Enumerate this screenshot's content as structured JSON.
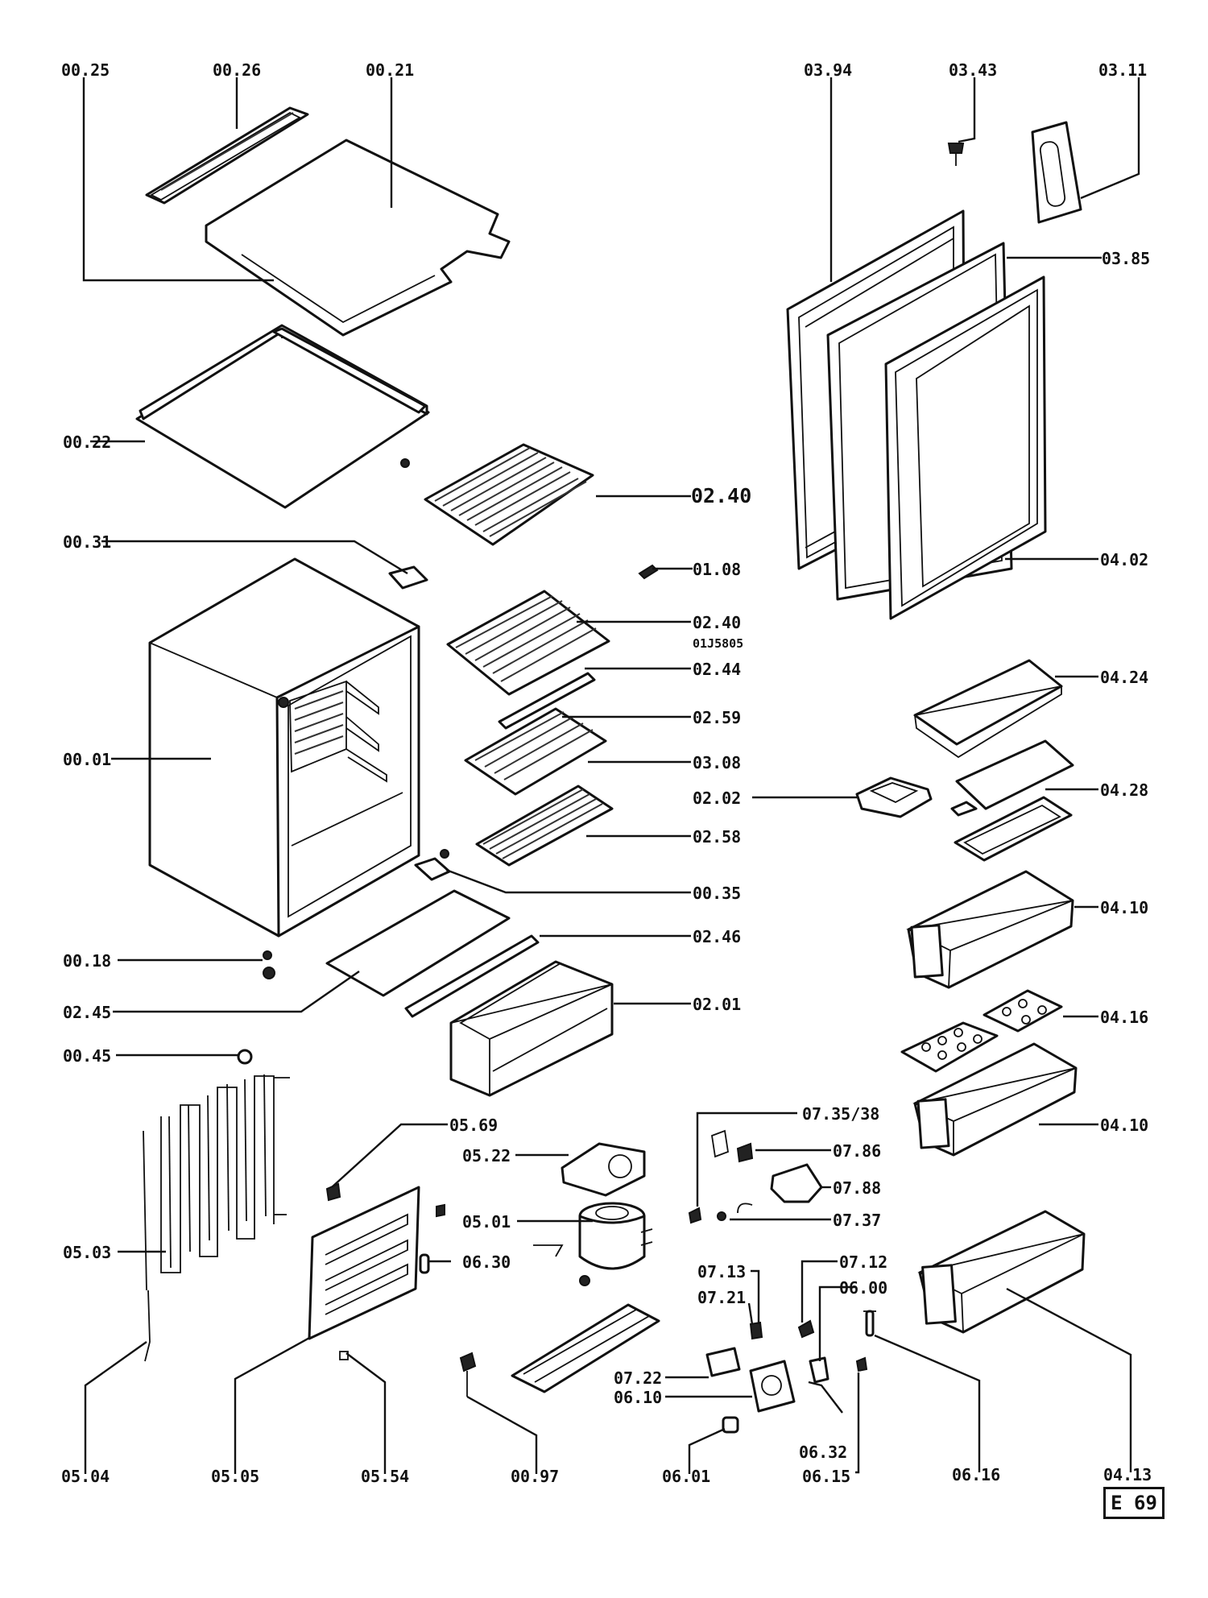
{
  "diagram": {
    "labels": {
      "l0025": "00.25",
      "l0026": "00.26",
      "l0021": "00.21",
      "l0394": "03.94",
      "l0343": "03.43",
      "l0311": "03.11",
      "l0385": "03.85",
      "l0022": "00.22",
      "l0240a": "02.40",
      "l0108": "01.08",
      "l0402": "04.02",
      "l0031": "00.31",
      "l0240b": "02.40",
      "l01j": "01J5805",
      "l0244": "02.44",
      "l0424": "04.24",
      "l0259": "02.59",
      "l0001": "00.01",
      "l0308": "03.08",
      "l0202": "02.02",
      "l0428": "04.28",
      "l0258": "02.58",
      "l0035": "00.35",
      "l0410a": "04.10",
      "l0246": "02.46",
      "l0018": "00.18",
      "l0245": "02.45",
      "l0201": "02.01",
      "l0416": "04.16",
      "l0045": "00.45",
      "l0569": "05.69",
      "l0735": "07.35/38",
      "l0410b": "04.10",
      "l0522": "05.22",
      "l0786": "07.86",
      "l0788": "07.88",
      "l0501": "05.01",
      "l0737": "07.37",
      "l0503": "05.03",
      "l0630": "06.30",
      "l0713": "07.13",
      "l0712": "07.12",
      "l0721": "07.21",
      "l0600": "06.00",
      "l0722": "07.22",
      "l0610": "06.10",
      "l0632": "06.32",
      "l0504": "05.04",
      "l0505": "05.05",
      "l0554": "05.54",
      "l0097": "00.97",
      "l0601": "06.01",
      "l0615": "06.15",
      "l0616": "06.16",
      "l0413": "04.13"
    },
    "page_code": "E 69"
  }
}
